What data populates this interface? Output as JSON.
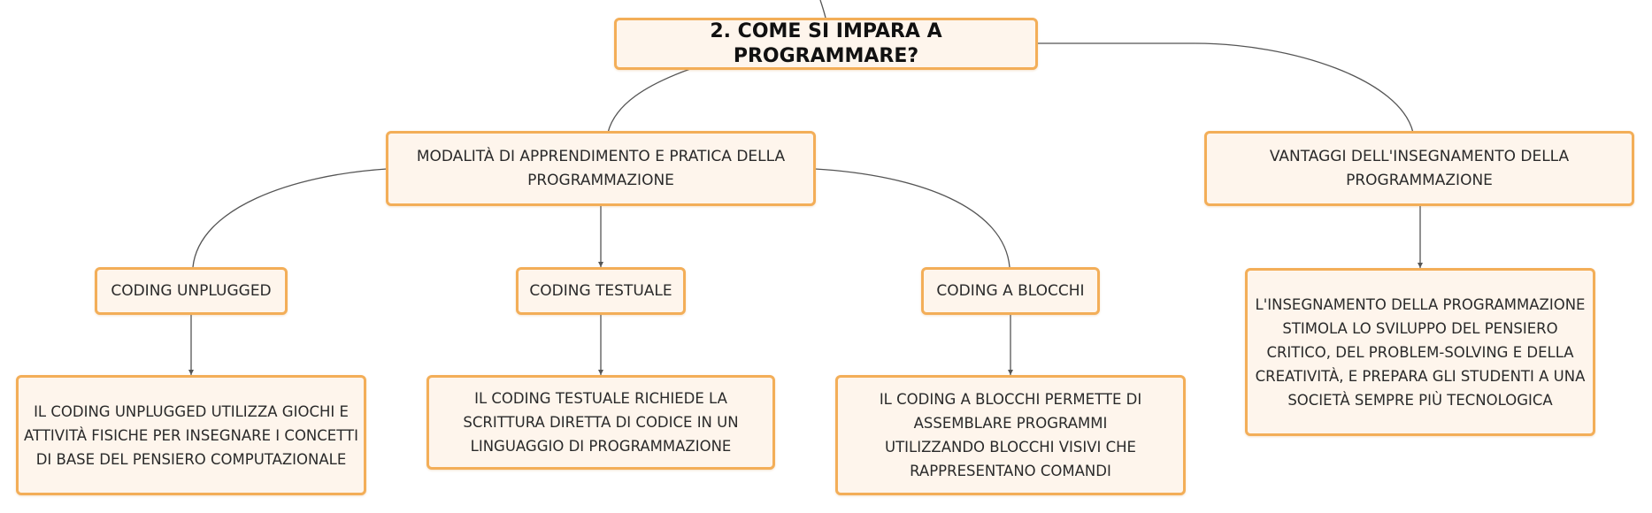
{
  "colors": {
    "node_fill": "#fef5ec",
    "node_border": "#f3ae58",
    "connector": "#555555",
    "text": "#2a2a2a"
  },
  "map": {
    "root": "2. COME SI IMPARA A PROGRAMMARE?",
    "branch_modes": "MODALITÀ DI APPRENDIMENTO E PRATICA DELLA PROGRAMMAZIONE",
    "branch_advantages": "VANTAGGI DELL'INSEGNAMENTO DELLA PROGRAMMAZIONE",
    "unplugged": {
      "title": "CODING UNPLUGGED",
      "description": "IL CODING UNPLUGGED UTILIZZA GIOCHI E ATTIVITÀ FISICHE PER INSEGNARE I CONCETTI DI BASE DEL PENSIERO COMPUTAZIONALE"
    },
    "textual": {
      "title": "CODING TESTUALE",
      "description": "IL CODING TESTUALE RICHIEDE LA SCRITTURA DIRETTA DI CODICE IN UN LINGUAGGIO DI PROGRAMMAZIONE"
    },
    "blocks": {
      "title": "CODING A BLOCCHI",
      "description": "IL CODING A BLOCCHI PERMETTE DI ASSEMBLARE PROGRAMMI UTILIZZANDO BLOCCHI VISIVI CHE RAPPRESENTANO COMANDI"
    },
    "advantages_description": "L'INSEGNAMENTO DELLA PROGRAMMAZIONE STIMOLA LO SVILUPPO DEL PENSIERO CRITICO, DEL PROBLEM-SOLVING E DELLA CREATIVITÀ, E PREPARA GLI STUDENTI A UNA SOCIETÀ SEMPRE PIÙ TECNOLOGICA"
  }
}
